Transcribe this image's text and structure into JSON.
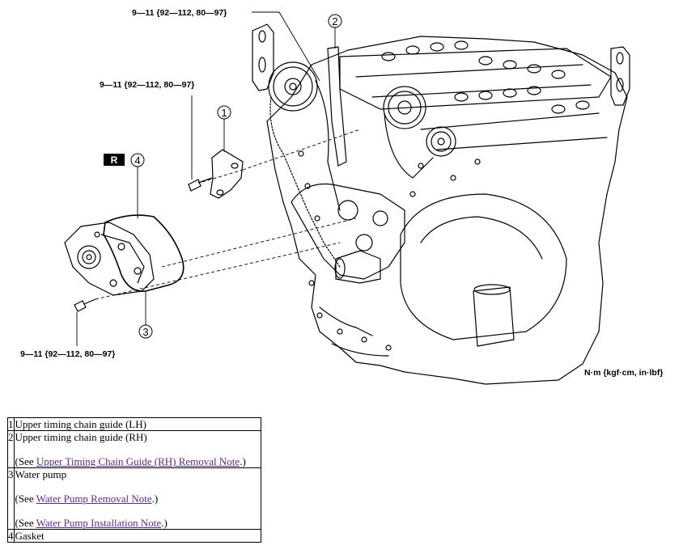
{
  "diagram": {
    "torque_labels": {
      "top": "9—11 {92—112, 80—97}",
      "mid": "9—11 {92—112, 80—97}",
      "bottom": "9—11 {92—112, 80—97}"
    },
    "callouts": [
      "1",
      "2",
      "3",
      "4"
    ],
    "replace_badge": "R",
    "units": "N·m {kgf·cm, in·lbf}"
  },
  "parts": [
    {
      "num": "1",
      "name": "Upper timing chain guide (LH)"
    },
    {
      "num": "2",
      "name": "Upper timing chain guide (RH)",
      "see_prefix": "(See ",
      "link": "Upper Timing Chain Guide (RH) Removal Note",
      "see_suffix": ".)"
    },
    {
      "num": "3",
      "name": "Water pump",
      "see1_prefix": "(See ",
      "link1": "Water Pump Removal Note",
      "see1_suffix": ".)",
      "see2_prefix": "(See ",
      "link2": "Water Pump Installation Note",
      "see2_suffix": ".)"
    },
    {
      "num": "4",
      "name": "Gasket"
    }
  ]
}
